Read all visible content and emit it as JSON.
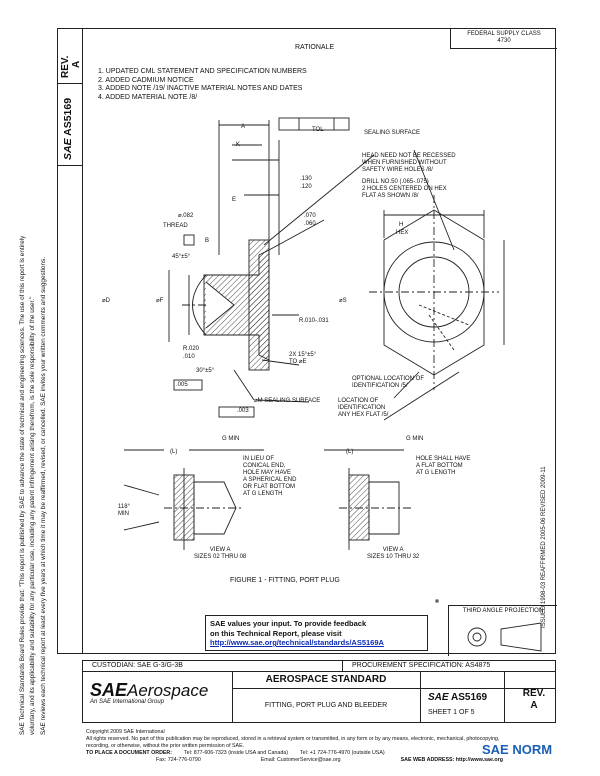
{
  "header": {
    "rev_label": "REV.",
    "rev_value": "A",
    "doc_number": "AS5169",
    "rationale_title": "RATIONALE",
    "top_right_line1": "FEDERAL SUPPLY CLASS",
    "top_right_line2": "4730",
    "rationale_items": [
      "1.   UPDATED CML STATEMENT AND SPECIFICATION NUMBERS",
      "2.   ADDED CADMIUM NOTICE",
      "3.   ADDED NOTE /19/ INACTIVE MATERIAL NOTES AND DATES",
      "4.   ADDED MATERIAL NOTE /8/"
    ]
  },
  "side_notice": {
    "line1": "SAE Technical Standards Board Rules provide that: \"This report is published by SAE to advance the state of technical and engineering sciences. The use of this report is entirely",
    "line2": "voluntary, and its applicability and suitability for any particular use, including any patent infringement arising therefrom, is the sole responsibility of the user.\"",
    "line3": "SAE reviews each technical report at least every five years at which time it may be reaffirmed, revised, or cancelled. SAE invites your written comments and suggestions."
  },
  "right_side_dates": {
    "text": "ISSUED 1998-03     REAFFIRMED 2005-06     REVISED 2009-11"
  },
  "drawing": {
    "labels": {
      "A": "A",
      "K": "K",
      "E": "E",
      "tol_box": "TOL",
      "sealing_surface": "SEALING SURFACE",
      "head_note_1": "HEAD NEED NOT BE RECESSED",
      "head_note_2": "WHEN FURNISHED WITHOUT",
      "head_note_3": "SAFETY WIRE HOLES /8/",
      "drill_note_1": "DRILL NO.50 (.065-.075)",
      "drill_note_2": "2 HOLES CENTERED ON HEX",
      "drill_note_3": "FLAT AS SHOWN /8/",
      "dim_130": ".130",
      "dim_120": ".120",
      "dim_070": ".070",
      "dim_060": ".060",
      "dim_082": "⌀.082",
      "thread": "THREAD",
      "angle_45": "45°±5°",
      "dim_b": "B",
      "hex_h": "H",
      "hex": "HEX",
      "dia_2d": "⌀D",
      "dia_f": "⌀F",
      "dia_s": "⌀S",
      "r_010": "R.010-.031",
      "r_020": "R.020",
      "r_010b": ".010",
      "chamfer": "2X 15°±5°",
      "chamfer2": "TO ⌀E",
      "angle_30": "30°±5°",
      "tol_005": ".005",
      "tol_003": ".003",
      "sealing_surface2": "⌀M SEALING SURFACE",
      "opt_location_1": "OPTIONAL LOCATION OF",
      "opt_location_2": "IDENTIFICATION /5/",
      "loc_id_1": "LOCATION OF",
      "loc_id_2": "IDENTIFICATION",
      "loc_id_3": "ANY HEX FLAT /5/",
      "g_min_1": "G MIN",
      "g_min_2": "G MIN",
      "l1_left": "(L)",
      "l1_right": "(L)",
      "view_left_note_1": "IN LIEU OF",
      "view_left_note_2": "CONICAL END,",
      "view_left_note_3": "HOLE MAY HAVE",
      "view_left_note_4": "A SPHERICAL END",
      "view_left_note_5": "OR FLAT BOTTOM",
      "view_left_note_6": "AT G LENGTH",
      "view_right_note_1": "HOLE SHALL HAVE",
      "view_right_note_2": "A FLAT BOTTOM",
      "view_right_note_3": "AT G LENGTH",
      "angle_118_1": "118°",
      "angle_118_2": "MIN",
      "view_a_left_1": "VIEW A",
      "view_a_left_2": "SIZES 02 THRU 08",
      "view_a_right_1": "VIEW A",
      "view_a_right_2": "SIZES 10 THRU 32",
      "figure_caption": "FIGURE 1 - FITTING, PORT PLUG",
      "third_angle": "THIRD ANGLE PROJECTION"
    }
  },
  "feedback": {
    "line1": "SAE values your input. To provide feedback",
    "line2": "on this Technical Report, please visit",
    "link": "http://www.sae.org/technical/standards/AS5169A"
  },
  "title_block": {
    "custodian": "CUSTODIAN: SAE G-3/G-3B",
    "procurement": "PROCUREMENT SPECIFICATION: AS4875",
    "logo_sae": "SAE",
    "logo_aerospace": "Aerospace",
    "logo_tagline": "An SAE International Group",
    "title": "AEROSPACE STANDARD",
    "subtitle": "FITTING, PORT PLUG AND BLEEDER",
    "doc_sae": "SAE",
    "doc_number": "AS5169",
    "sheet": "SHEET 1 OF 5",
    "rev_label": "REV.",
    "rev_value": "A"
  },
  "footer": {
    "copyright": "Copyright 2009 SAE International",
    "rights_1": "All rights reserved. No part of this publication may be reproduced, stored in a retrieval system or transmitted, in any form or by any means, electronic, mechanical, photocopying,",
    "rights_2": "recording, or otherwise, without the prior written permission of SAE.",
    "order_label": "TO PLACE A DOCUMENT ORDER:",
    "tel1": "Tel: 877-606-7323 (inside USA and Canada)",
    "tel2": "Tel: +1 724-776-4970 (outside USA)",
    "fax": "Fax: 724-776-0790",
    "email": "Email: CustomerService@sae.org",
    "web": "SAE WEB ADDRESS: http://www.sae.org",
    "watermark": "SAE NORM"
  }
}
